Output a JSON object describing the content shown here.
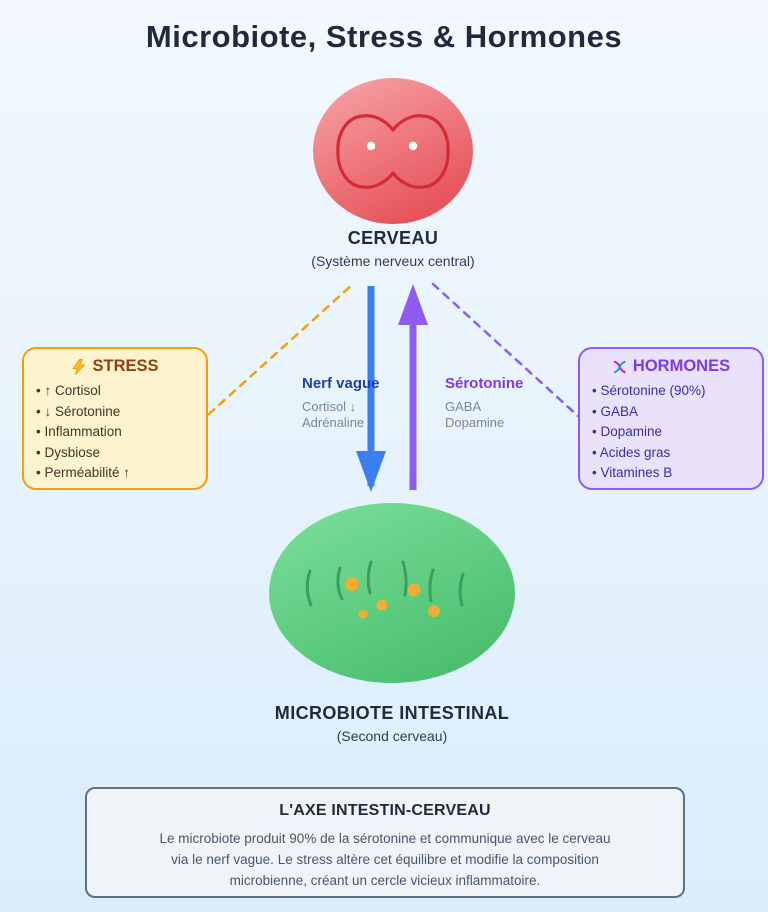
{
  "title": "Microbiote, Stress & Hormones",
  "brain": {
    "label": "CERVEAU",
    "sublabel": "(Système nerveux central)"
  },
  "gut": {
    "label": "MICROBIOTE INTESTINAL",
    "sublabel": "(Second cerveau)"
  },
  "stress_box": {
    "title": "STRESS",
    "items": [
      "↑ Cortisol",
      "↓ Sérotonine",
      "Inflammation",
      "Dysbiose",
      "Perméabilité ↑"
    ]
  },
  "hormones_box": {
    "title": "HORMONES",
    "items": [
      "Sérotonine (90%)",
      "GABA",
      "Dopamine",
      "Acides gras",
      "Vitamines B"
    ]
  },
  "vagus_arrow": {
    "label": "Nerf vague",
    "sublines": [
      "Cortisol ↓",
      "Adrénaline"
    ]
  },
  "serotonin_arrow": {
    "label": "Sérotonine",
    "sublines": [
      "GABA",
      "Dopamine"
    ]
  },
  "footer": {
    "title": "L'AXE INTESTIN-CERVEAU",
    "lines": [
      "Le microbiote produit 90% de la sérotonine et communique avec le cerveau",
      "via le nerf vague. Le stress altère cet équilibre et modifie la composition",
      "microbienne, créant un cercle vicieux inflammatoire."
    ]
  },
  "colors": {
    "stress_accent": "#F59E0B",
    "hormones_accent": "#8B5CF6",
    "vagus_blue": "#3B7EF0",
    "serotonin_purple": "#8F5CF2",
    "brain_red": "#E8575E",
    "brain_outline": "#D42B35",
    "gut_green": "#4EC273",
    "microbe_dot": "#EDAE33"
  }
}
